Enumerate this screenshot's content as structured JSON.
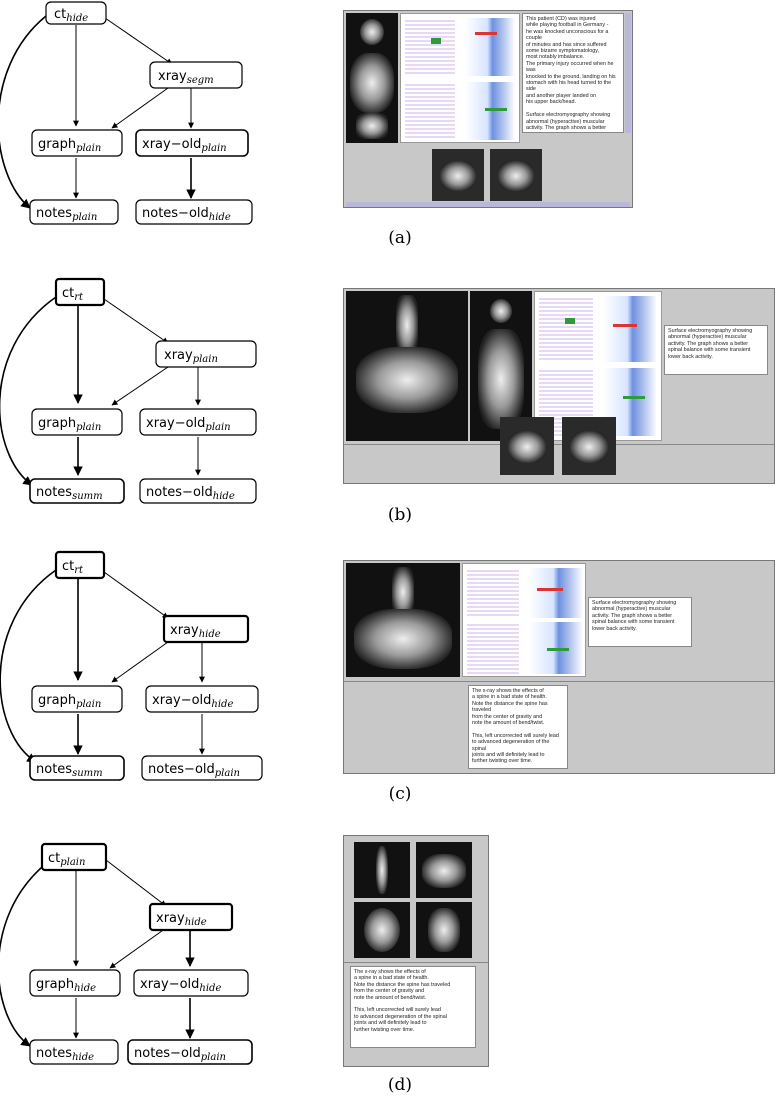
{
  "panels": [
    {
      "caption": "(a)",
      "nodes": {
        "ct": {
          "base": "ct",
          "sub": "hide"
        },
        "xray": {
          "base": "xray",
          "sub": "segm"
        },
        "graph": {
          "base": "graph",
          "sub": "plain"
        },
        "xray_old": {
          "base": "xray−old",
          "sub": "plain"
        },
        "notes": {
          "base": "notes",
          "sub": "plain"
        },
        "notes_old": {
          "base": "notes−old",
          "sub": "hide"
        }
      },
      "notes_text": "This patient (CD) was injured\nwhile playing football in Germany -\nhe was knocked unconscious for a couple\nof minutes and has since suffered\nsome bizarre symptomatology,\nmost notably imbalance.\nThe primary injury occurred when he was\nknocked to the ground, landing on his\nstomach with his head turned to the side\nand another player landed on\nhis upper back/head.\n\nSurface electromyography showing\nabnormal (hyperactive) muscular\nactivity. The graph shows a better"
    },
    {
      "caption": "(b)",
      "nodes": {
        "ct": {
          "base": "ct",
          "sub": "rt"
        },
        "xray": {
          "base": "xray",
          "sub": "plain"
        },
        "graph": {
          "base": "graph",
          "sub": "plain"
        },
        "xray_old": {
          "base": "xray−old",
          "sub": "plain"
        },
        "notes": {
          "base": "notes",
          "sub": "summ"
        },
        "notes_old": {
          "base": "notes−old",
          "sub": "hide"
        }
      },
      "notes_text": "Surface electromyography showing\nabnormal (hyperactive) muscular\nactivity. The graph shows a better\nspinal balance with some transient\nlower back activity."
    },
    {
      "caption": "(c)",
      "nodes": {
        "ct": {
          "base": "ct",
          "sub": "rt"
        },
        "xray": {
          "base": "xray",
          "sub": "hide"
        },
        "graph": {
          "base": "graph",
          "sub": "plain"
        },
        "xray_old": {
          "base": "xray−old",
          "sub": "hide"
        },
        "notes": {
          "base": "notes",
          "sub": "summ"
        },
        "notes_old": {
          "base": "notes−old",
          "sub": "plain"
        }
      },
      "notes_text": "Surface electromyography showing\nabnormal (hyperactive) muscular\nactivity. The graph shows a better\nspinal balance with some transient\nlower back activity.",
      "notes_old_text": "The x-ray shows the effects of\na spine in a bad state of health.\nNote the distance the spine has traveled\nfrom the center of gravity and\nnote the amount of bend/twist.\n\nThis, left uncorrected will surely lead\nto advanced degeneration of the spinal\njoints and will definitely lead to\nfurther twisting over time."
    },
    {
      "caption": "(d)",
      "nodes": {
        "ct": {
          "base": "ct",
          "sub": "plain"
        },
        "xray": {
          "base": "xray",
          "sub": "hide"
        },
        "graph": {
          "base": "graph",
          "sub": "hide"
        },
        "xray_old": {
          "base": "xray−old",
          "sub": "hide"
        },
        "notes": {
          "base": "notes",
          "sub": "hide"
        },
        "notes_old": {
          "base": "notes−old",
          "sub": "plain"
        }
      },
      "notes_old_text": "The x-ray shows the effects of\na spine in a bad state of health.\nNote the distance the spine has traveled\nfrom the center of gravity and\nnote the amount of bend/twist.\n\nThis, left uncorrected will surely lead\nto advanced degeneration of the spinal\njoints and will definitely lead to\nfurther twisting over time."
    }
  ]
}
